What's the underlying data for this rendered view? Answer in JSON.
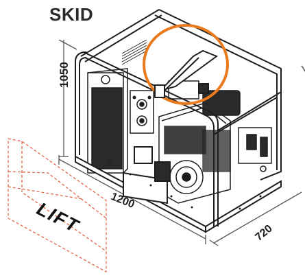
{
  "diagram": {
    "title": "SKID",
    "dimensions": {
      "height": "1050",
      "length": "1200",
      "width": "720"
    },
    "lift_label": "LIFT",
    "colors": {
      "highlight": "#e97b1e",
      "lift_zone": "#e05a3a",
      "outline": "#1e1e1e",
      "frame_fill": "#ffffff",
      "dimension": "#555555"
    }
  }
}
